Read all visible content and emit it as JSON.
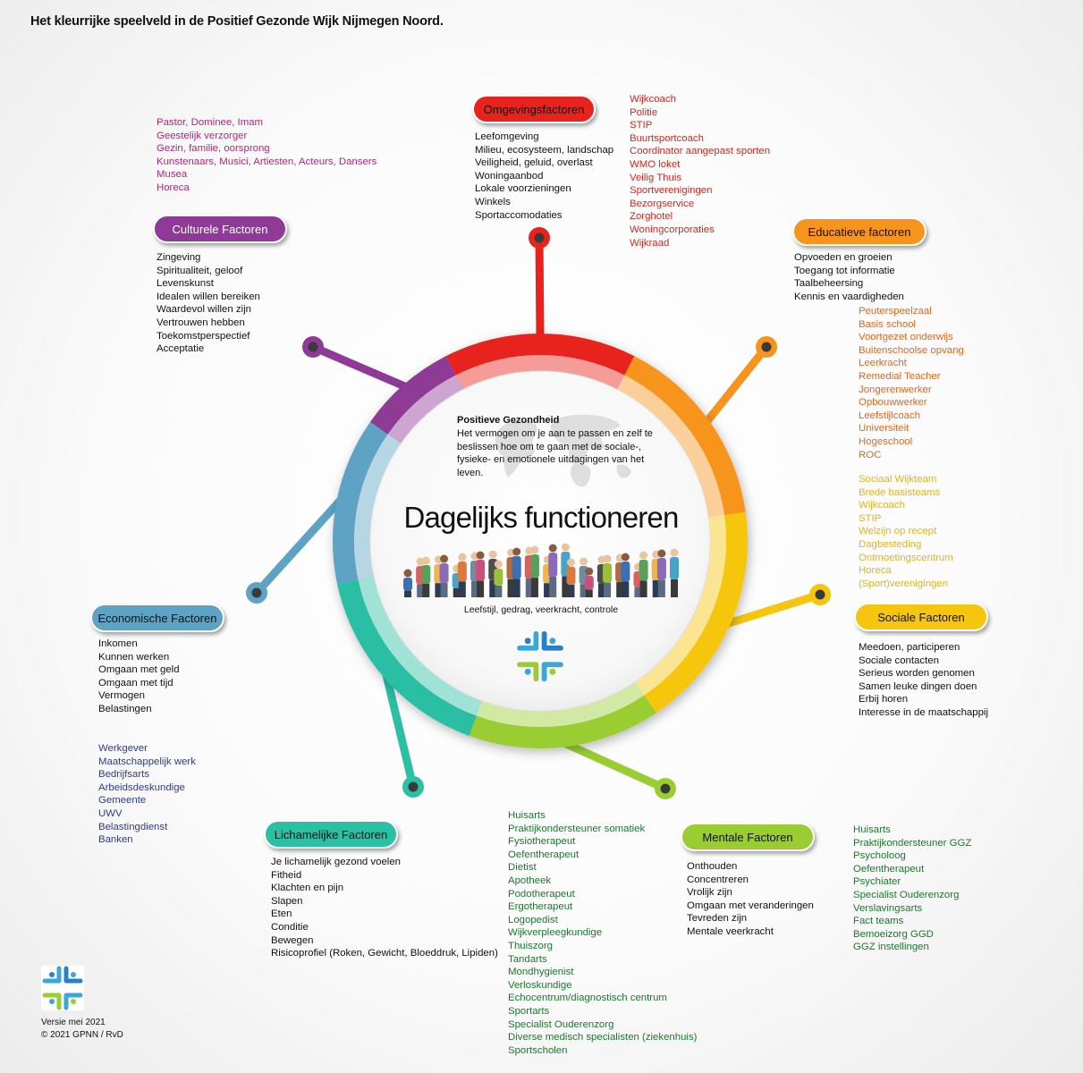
{
  "title": "Het kleurrijke speelveld in de Positief Gezonde Wijk Nijmegen Noord.",
  "center": {
    "heading": "Positieve Gezondheid",
    "description": "Het vermogen om je aan te passen en zelf te beslissen hoe om te gaan met de sociale-, fysieke- en emotionele uitdagingen van het leven.",
    "main_label": "Dagelijks functioneren",
    "sub_label": "Leefstijl, gedrag, veerkracht, controle"
  },
  "colors": {
    "omgeving": "#e8231d",
    "educatief": "#f7941d",
    "sociaal": "#f6c60f",
    "mentaal": "#9acd32",
    "lichamelijk": "#2bbfa4",
    "economisch": "#5fa3c4",
    "cultureel": "#8e3a96",
    "culture_text": "#b5267a",
    "omgeving_text": "#d9261c",
    "educatief_text": "#e8661a",
    "sociaal_text": "#e8b21c",
    "economisch_text": "#2e3b91",
    "groen_text": "#1a7a2a"
  },
  "factors": {
    "omgeving": {
      "label": "Omgevingsfactoren",
      "items": [
        "Leefomgeving",
        "Milieu, ecosysteem, landschap",
        "Veiligheid, geluid, overlast",
        "Woningaanbod",
        "Lokale voorzieningen",
        "Winkels",
        "Sportaccomodaties"
      ],
      "partners": [
        "Wijkcoach",
        "Politie",
        "STIP",
        "Buurtsportcoach",
        "Coordinator aangepast sporten",
        "WMO loket",
        "Veilig Thuis",
        "Sportverenigingen",
        "Bezorgservice",
        "Zorghotel",
        "Woningcorporaties",
        "Wijkraad"
      ]
    },
    "cultureel": {
      "label": "Culturele Factoren",
      "items": [
        "Zingeving",
        "Spiritualiteit, geloof",
        "Levenskunst",
        "Idealen willen bereiken",
        "Waardevol willen zijn",
        "Vertrouwen hebben",
        "Toekomstperspectief",
        "Acceptatie"
      ],
      "partners": [
        "Pastor, Dominee, Imam",
        "Geestelijk verzorger",
        "Gezin, familie, oorsprong",
        "Kunstenaars, Musici, Artiesten, Acteurs, Dansers",
        "Musea",
        "Horeca"
      ]
    },
    "educatief": {
      "label": "Educatieve factoren",
      "items": [
        "Opvoeden en groeien",
        "Toegang tot informatie",
        "Taalbeheersing",
        "Kennis en vaardigheden"
      ],
      "partners": [
        "Peuterspeelzaal",
        "Basis school",
        "Voortgezet onderwijs",
        "Buitenschoolse opvang",
        "Leerkracht",
        "Remedial Teacher",
        "Jongerenwerker",
        "Opbouwwerker",
        "Leefstijlcoach",
        "Universiteit",
        "Hogeschool",
        "ROC"
      ]
    },
    "sociaal": {
      "label": "Sociale Factoren",
      "items": [
        "Meedoen, participeren",
        "Sociale contacten",
        "Serieus worden genomen",
        "Samen leuke dingen doen",
        "Erbij horen",
        "Interesse in de maatschappij"
      ],
      "partners": [
        "Sociaal Wijkteam",
        "Brede basisteams",
        "Wijkcoach",
        "STIP",
        "Welzijn op recept",
        "Dagbesteding",
        "Ontmoetingscentrum",
        "Horeca",
        "(Sport)verenigingen"
      ]
    },
    "economisch": {
      "label": "Economische Factoren",
      "items": [
        "Inkomen",
        "Kunnen werken",
        "Omgaan met geld",
        "Omgaan met tijd",
        "Vermogen",
        "Belastingen"
      ],
      "partners": [
        "Werkgever",
        "Maatschappelijk werk",
        "Bedrijfsarts",
        "Arbeidsdeskundige",
        "Gemeente",
        "UWV",
        "Belastingdienst",
        "Banken"
      ]
    },
    "lichamelijk": {
      "label": "Lichamelijke Factoren",
      "items": [
        "Je lichamelijk gezond voelen",
        "Fitheid",
        "Klachten en pijn",
        "Slapen",
        "Eten",
        "Conditie",
        "Bewegen",
        "Risicoprofiel (Roken, Gewicht, Bloeddruk, Lipiden)"
      ],
      "partners": [
        "Huisarts",
        "Praktijkondersteuner somatiek",
        "Fysiotherapeut",
        "Oefentherapeut",
        "Dietist",
        "Apotheek",
        "Podotherapeut",
        "Ergotherapeut",
        "Logopedist",
        "Wijkverpleegkundige",
        "Thuiszorg",
        "Tandarts",
        "Mondhygienist",
        "Verloskundige",
        "Echocentrum/diagnostisch centrum",
        "Sportarts",
        "Specialist Ouderenzorg",
        "Diverse medisch specialisten (ziekenhuis)",
        "Sportscholen"
      ]
    },
    "mentaal": {
      "label": "Mentale Factoren",
      "items": [
        "Onthouden",
        "Concentreren",
        "Vrolijk zijn",
        "Omgaan met veranderingen",
        "Tevreden zijn",
        "Mentale veerkracht"
      ],
      "partners": [
        "Huisarts",
        "Praktijkondersteuner GGZ",
        "Psycholoog",
        "Oefentherapeut",
        "Psychiater",
        "Specialist Ouderenzorg",
        "Verslavingsarts",
        "Fact teams",
        "Bemoeizorg GGD",
        "GGZ instellingen"
      ]
    }
  },
  "footer": {
    "version": "Versie mei 2021",
    "copyright": "© 2021 GPNN / RvD"
  }
}
